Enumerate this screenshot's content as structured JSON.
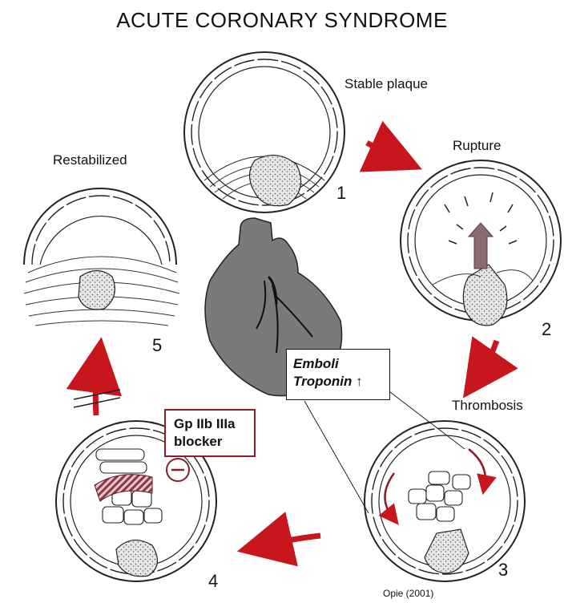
{
  "title": "ACUTE CORONARY SYNDROME",
  "stages": [
    {
      "number": "1",
      "label": "Stable plaque"
    },
    {
      "number": "2",
      "label": "Rupture"
    },
    {
      "number": "3",
      "label": "Thrombosis"
    },
    {
      "number": "4",
      "label": ""
    },
    {
      "number": "5",
      "label": "Restabilized"
    }
  ],
  "emboli_box": {
    "line1": "Emboli",
    "line2": "Troponin ↑"
  },
  "gp_box": {
    "line1": "Gp IIb IIIa",
    "line2": "blocker"
  },
  "credit": "Opie (2001)",
  "colors": {
    "arrow": "#c8161d",
    "heart": "#7a7a7a",
    "box_border": "#8b1a2a"
  }
}
